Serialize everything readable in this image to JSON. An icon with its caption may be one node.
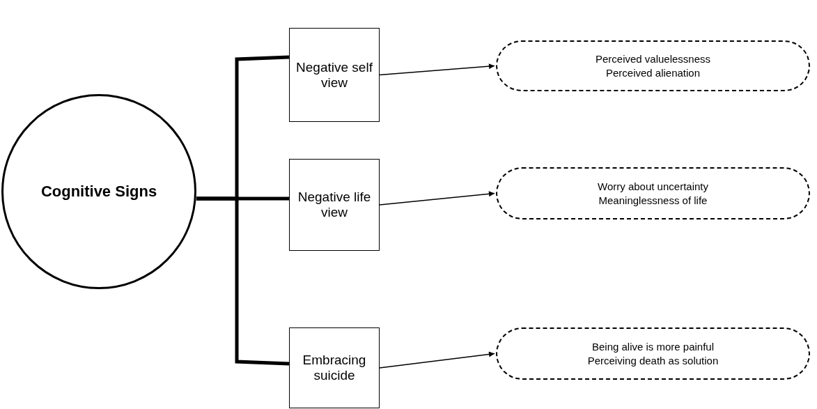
{
  "diagram": {
    "nodes": [
      {
        "text": [
          "Cognitive Signs"
        ]
      },
      {
        "text": [
          "Negative self view"
        ]
      },
      {
        "text": [
          "Negative life view"
        ]
      },
      {
        "text": [
          "Embracing suicide"
        ]
      },
      {
        "text": [
          "Perceived valuelessness",
          "Perceived alienation"
        ]
      },
      {
        "text": [
          "Worry about uncertainty",
          "Meaninglessness of life"
        ]
      },
      {
        "text": [
          "Being alive is more painful",
          "Perceiving death as solution"
        ]
      }
    ],
    "edges": [
      {
        "from": 0,
        "to": 1,
        "arrow": "none",
        "style": "thick"
      },
      {
        "from": 0,
        "to": 2,
        "arrow": "none",
        "style": "thick"
      },
      {
        "from": 0,
        "to": 3,
        "arrow": "none",
        "style": "thick"
      },
      {
        "from": 1,
        "to": 4,
        "arrow": "to"
      },
      {
        "from": 2,
        "to": 5,
        "arrow": "to"
      },
      {
        "from": 3,
        "to": 6,
        "arrow": "to"
      }
    ]
  }
}
